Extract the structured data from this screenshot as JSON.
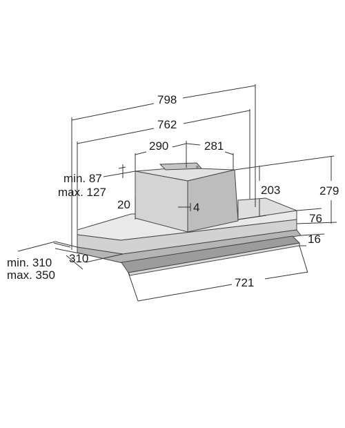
{
  "diagram": {
    "overall_width": "798",
    "inner_width": "762",
    "motor_depth": "290",
    "motor_width": "281",
    "outlet_min": "min. 87",
    "outlet_max": "max. 127",
    "side_offset": "20",
    "motor_height": "203",
    "total_height": "279",
    "center_offset": "4",
    "canopy_height": "76",
    "front_panel": "16",
    "depth_min": "min. 310",
    "depth_max": "max. 350",
    "depth": "310",
    "front_width": "721"
  },
  "colors": {
    "line": "#333333",
    "surface_light": "#e6e6e6",
    "surface_mid": "#cfcfcf",
    "surface_dark": "#a8a8a8"
  }
}
